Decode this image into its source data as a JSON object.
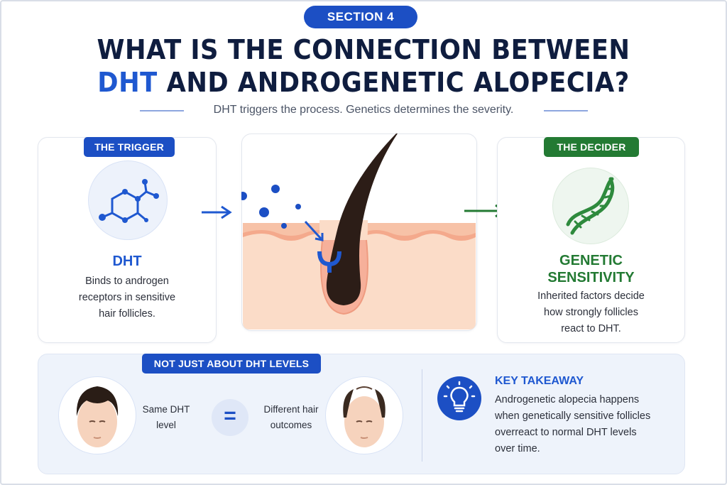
{
  "header": {
    "section_label": "SECTION 4",
    "title_line1": "WHAT IS THE CONNECTION BETWEEN",
    "title_line2_accent": "DHT",
    "title_line2_rest": "AND ANDROGENETIC ALOPECIA?",
    "subtitle": "DHT triggers the process. Genetics determines the severity."
  },
  "trigger": {
    "tag": "THE TRIGGER",
    "heading": "DHT",
    "description_lines": [
      "Binds to androgen",
      "receptors in sensitive",
      "hair follicles."
    ],
    "icon": "molecule-icon"
  },
  "decider": {
    "tag": "THE DECIDER",
    "heading_lines": [
      "GENETIC",
      "SENSITIVITY"
    ],
    "description_lines": [
      "Inherited factors decide",
      "how strongly follicles",
      "react to DHT."
    ],
    "icon": "dna-icon"
  },
  "comparison": {
    "tag": "NOT JUST ABOUT DHT LEVELS",
    "left_label_lines": [
      "Same DHT",
      "level"
    ],
    "equals_symbol": "=",
    "right_label_lines": [
      "Different hair",
      "outcomes"
    ]
  },
  "takeaway": {
    "title": "KEY TAKEAWAY",
    "text_lines": [
      "Androgenetic alopecia happens",
      "when genetically sensitive follicles",
      "overreact to normal DHT levels",
      "over time."
    ],
    "icon": "lightbulb-icon"
  },
  "colors": {
    "blue": "#1c4fc4",
    "green": "#237a33",
    "navy": "#0f1d3f"
  }
}
